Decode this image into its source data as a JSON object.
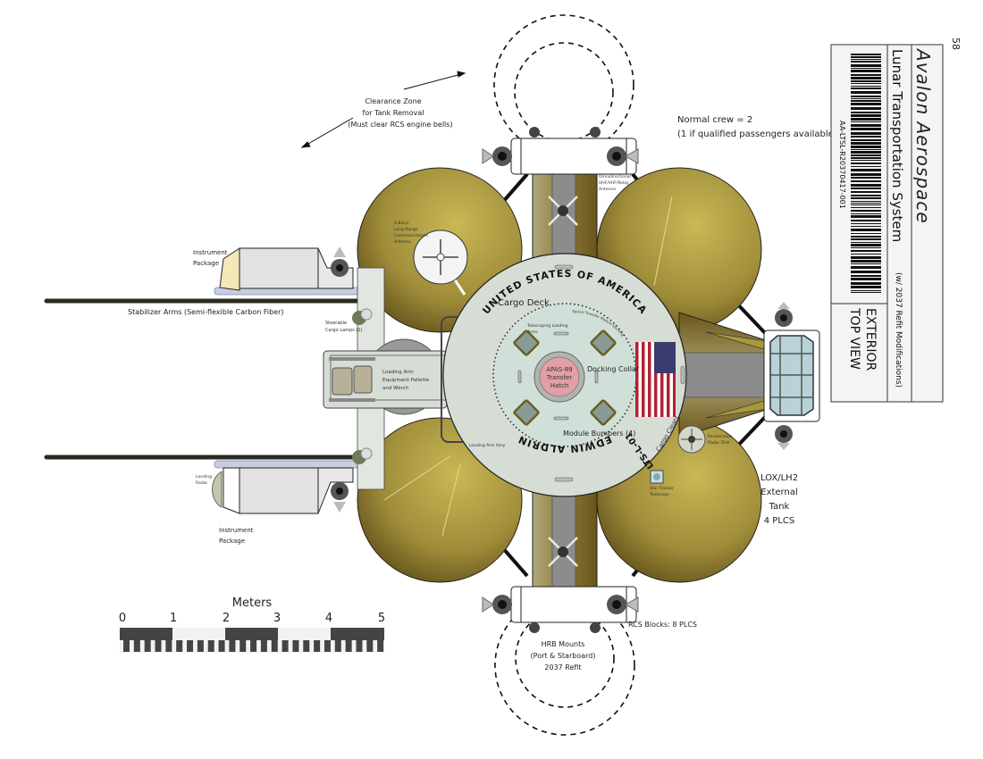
{
  "page_number": "58",
  "title_block": {
    "company": "Avalon Aerospace",
    "system": "Lunar Transportation System",
    "refit_note": "(w/ 2037 Refit Modifications)",
    "doc_id": "AA-LTSL-R20370417-001",
    "view_line1": "EXTERIOR",
    "view_line2": "TOP VIEW"
  },
  "notes": {
    "clearance": [
      "Clearance Zone",
      "for Tank Removal",
      "(Must clear RCS engine bells)"
    ],
    "crew": [
      "Normal crew = 2",
      "(1 if qualified passengers available)"
    ]
  },
  "labels": {
    "sband": [
      "S-Band",
      "Long Range",
      "Communications",
      "Antenna"
    ],
    "omni": [
      "Omnidirectional",
      "UHF/VHF/Relay",
      "Antenna"
    ],
    "instrument_upper": [
      "Instrument",
      "Package"
    ],
    "instrument_lower": [
      "Instrument",
      "Package"
    ],
    "stabilizer": "Stabilizer Arms (Semi-flexible Carbon Fiber)",
    "cargo_lamps": [
      "Steerable",
      "Cargo Lamps (2)"
    ],
    "pallet": [
      "Loading Arm",
      "Equipment Pallette",
      "and Winch"
    ],
    "telescoping": [
      "Telescoping Loading",
      "Arms"
    ],
    "loading_assy": "Loading Arm Assy",
    "cargo_deck": "Cargo Deck",
    "usa": "UNITED STATES OF AMERICA",
    "name": "EDWIN ALDRIN",
    "registry": "LTS-L-01",
    "transfer_docking": "Typical Transfer Module Docking",
    "hatch": [
      "APAS-89",
      "Transfer",
      "Hatch"
    ],
    "docking_collar": "Docking Collar",
    "bumpers": "Module Bumpers (4)",
    "cargo_cleats": "Cargo Cleats",
    "radar_dish": [
      "Rendezvous",
      "Radar Dish"
    ],
    "star_tracker": [
      "Star Tracker",
      "Telescope"
    ],
    "tank": [
      "LOX/LH2",
      "External",
      "Tank",
      "4 PLCS"
    ],
    "landing_radar": [
      "Landing",
      "Radar"
    ],
    "rcs": "RCS Blocks: 8 PLCS",
    "hrb": [
      "HRB Mounts",
      "(Port & Starboard)",
      "2037 Refit"
    ]
  },
  "scale": {
    "title": "Meters",
    "ticks": [
      "0",
      "1",
      "2",
      "3",
      "4",
      "5"
    ]
  },
  "colors": {
    "tank_light": "#c8b955",
    "tank_dark": "#5b4b17",
    "deck": "#d6ddd5",
    "hatch": "#e0a0a4",
    "flag_red": "#b22234",
    "flag_blue": "#3c3b6e",
    "cabin_glass": "#b8d2d8"
  }
}
